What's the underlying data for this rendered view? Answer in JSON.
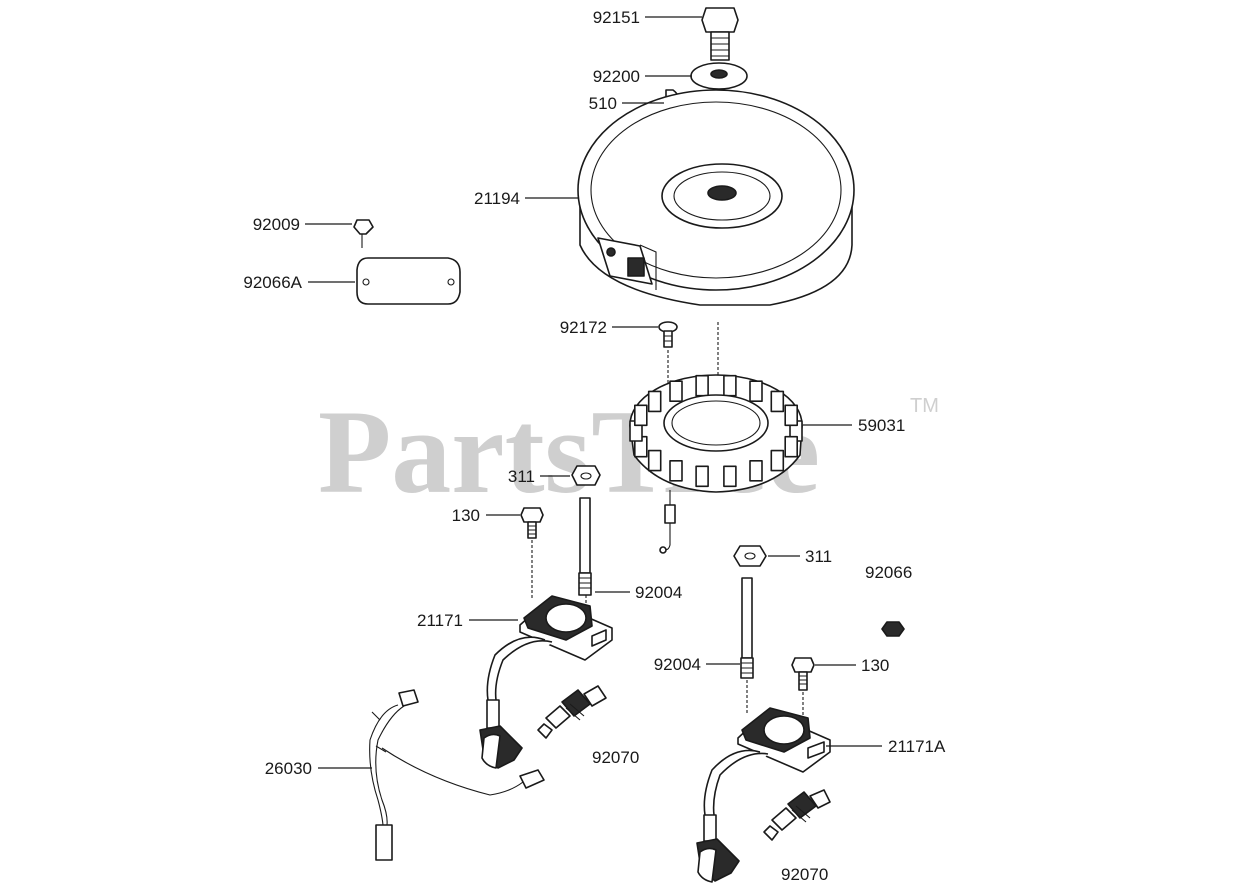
{
  "watermark": {
    "text": "PartsTree",
    "trademark": "TM"
  },
  "callouts": {
    "bolt": "92151",
    "washer": "92200",
    "key": "510",
    "flywheel": "21194",
    "nut_small": "92009",
    "plate": "92066A",
    "stator_screw": "92172",
    "stator": "59031",
    "nut_left": "311",
    "bolt_left": "130",
    "stud_left": "92004",
    "coil_left": "21171",
    "harness": "26030",
    "plug_left": "92070",
    "nut_right": "311",
    "nut_loose": "92066",
    "stud_right": "92004",
    "bolt_right": "130",
    "coil_right": "21171A",
    "plug_right": "92070"
  }
}
